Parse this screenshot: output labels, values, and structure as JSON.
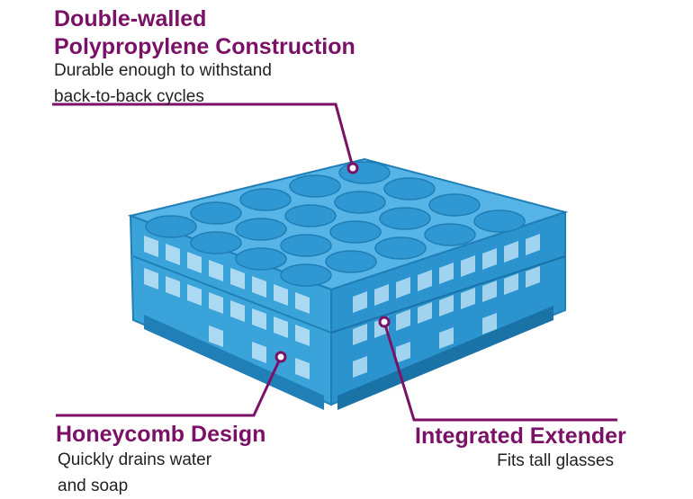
{
  "callouts": [
    {
      "title_line1": "Double-walled",
      "title_line2": "Polypropylene Construction",
      "sub_line1": "Durable enough to withstand",
      "sub_line2": "back-to-back cycles"
    },
    {
      "title_line1": "Honeycomb Design",
      "sub_line1": "Quickly drains water",
      "sub_line2": "and soap"
    },
    {
      "title_line1": "Integrated Extender",
      "sub_line1": "Fits tall glasses"
    }
  ],
  "colors": {
    "accent": "#7a1166",
    "rack_blue": "#3aa3da",
    "rack_dark": "#1f7fb6",
    "rack_light": "#7cc6ee"
  },
  "product_image": "glass-rack-icon"
}
